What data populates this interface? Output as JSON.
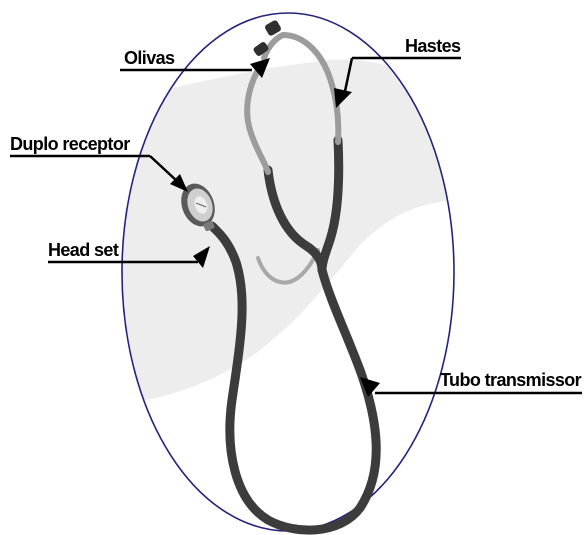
{
  "labels": {
    "olivas": "Olivas",
    "hastes": "Hastes",
    "duplo_receptor": "Duplo receptor",
    "head_set": "Head set",
    "tubo_transmissor": "Tubo transmissor"
  },
  "colors": {
    "frame_outline": "#23237a",
    "background_shade": "#ededed",
    "tubing": "#3c3c3c",
    "metal_tubes": "#9c9c9c",
    "chestpiece_face": "#cfcfcf",
    "text": "#000000"
  }
}
